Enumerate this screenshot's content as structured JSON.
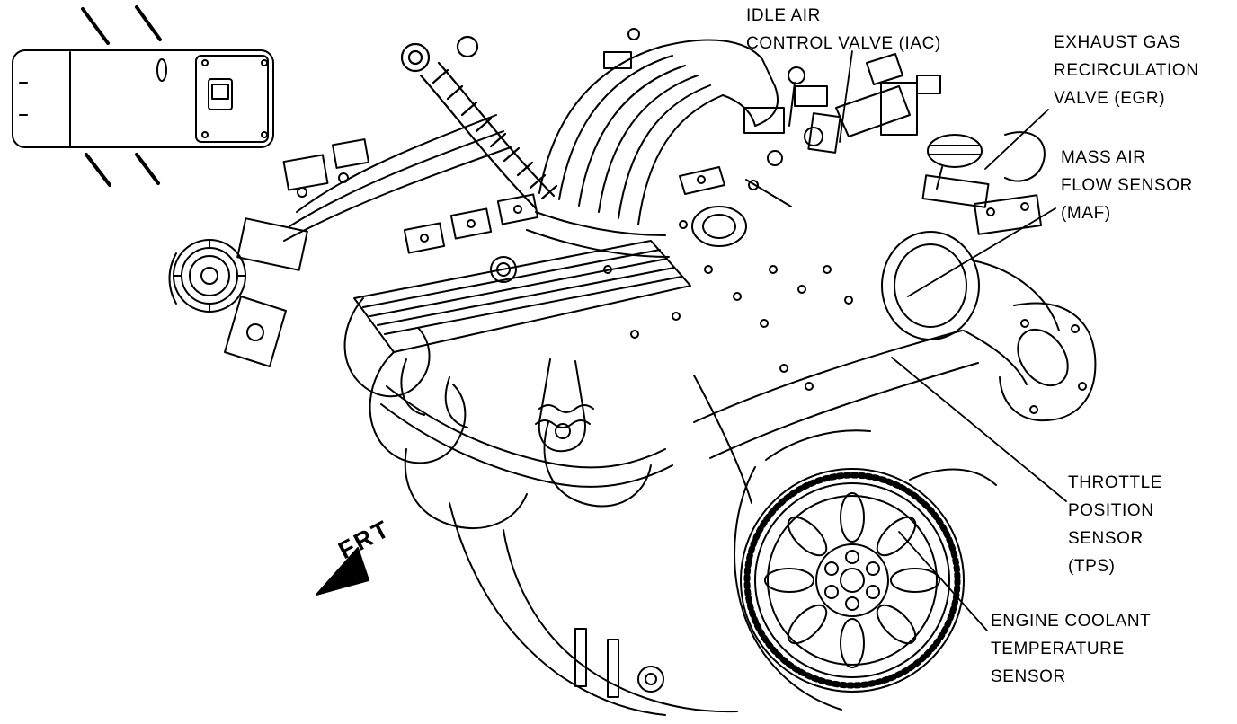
{
  "figure": {
    "kind": "engine-component-location-line-drawing",
    "colors": {
      "ink": "#000000",
      "paper": "#ffffff"
    }
  },
  "labels": {
    "iac": {
      "lines": [
        "IDLE AIR",
        "CONTROL VALVE (IAC)"
      ]
    },
    "egr": {
      "lines": [
        "EXHAUST GAS",
        "RECIRCULATION",
        "VALVE (EGR)"
      ]
    },
    "maf": {
      "lines": [
        "MASS AIR",
        "FLOW SENSOR",
        "(MAF)"
      ]
    },
    "tps": {
      "lines": [
        "THROTTLE",
        "POSITION",
        "SENSOR",
        "(TPS)"
      ]
    },
    "ect": {
      "lines": [
        "ENGINE COOLANT",
        "TEMPERATURE",
        "SENSOR"
      ]
    },
    "frt": {
      "lines": [
        "FRT"
      ]
    }
  }
}
